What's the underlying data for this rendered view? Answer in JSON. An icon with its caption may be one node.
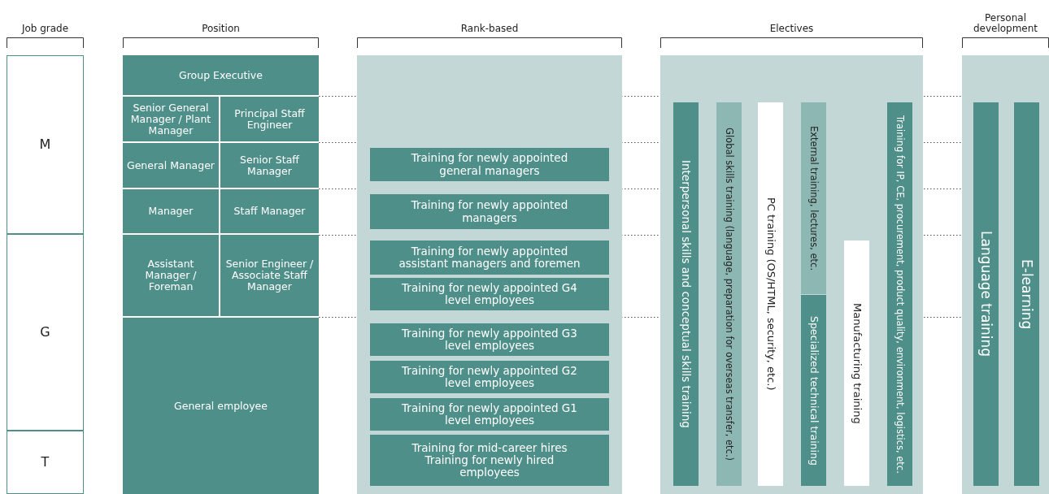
{
  "diagram": {
    "nodes": [
      {
        "text": [
          "M"
        ]
      },
      {
        "text": [
          "G"
        ]
      },
      {
        "text": [
          "T"
        ]
      },
      {
        "text": [
          "Group Executive"
        ]
      },
      {
        "text": [
          "Senior General Manager / Plant Manager"
        ]
      },
      {
        "text": [
          "Principal Staff Engineer"
        ]
      },
      {
        "text": [
          "General Manager"
        ]
      },
      {
        "text": [
          "Senior Staff Manager"
        ]
      },
      {
        "text": [
          "Manager"
        ]
      },
      {
        "text": [
          "Staff Manager"
        ]
      },
      {
        "text": [
          "Assistant Manager / Foreman"
        ]
      },
      {
        "text": [
          "Senior Engineer / Associate Staff Manager"
        ]
      },
      {
        "text": [
          "General employee"
        ]
      },
      {
        "text": [
          "Rank-based"
        ]
      },
      {
        "text": [
          "Training for newly appointed general managers"
        ],
        "in": 13
      },
      {
        "text": [
          "Training for newly appointed managers"
        ],
        "in": 13
      },
      {
        "text": [
          "Training for newly appointed assistant managers and foremen"
        ],
        "in": 13
      },
      {
        "text": [
          "Training for newly appointed G4 level employees"
        ],
        "in": 13
      },
      {
        "text": [
          "Training for newly appointed G3 level employees"
        ],
        "in": 13
      },
      {
        "text": [
          "Training for newly appointed G2 level employees"
        ],
        "in": 13
      },
      {
        "text": [
          "Training for newly appointed G1 level employees"
        ],
        "in": 13
      },
      {
        "text": [
          "Training for mid-career hires Training for newly hired employees"
        ],
        "in": 13
      },
      {
        "text": [
          "Electives"
        ]
      },
      {
        "text": [
          "Interpersonal skills and conceptual skills training"
        ],
        "in": 22
      },
      {
        "text": [
          "Global skills training (language, preparation for overseas transfer, etc.)"
        ],
        "in": 22
      },
      {
        "text": [
          "PC training (OS/HTML, security, etc.)"
        ],
        "in": 22
      },
      {
        "text": [
          "External training, lectures, etc."
        ],
        "in": 22
      },
      {
        "text": [
          "Specialized technical training"
        ],
        "in": 22
      },
      {
        "text": [
          "Manufacturing training"
        ],
        "in": 22
      },
      {
        "text": [
          "Training for IP, CE, procurement, product quality, environment, logistics, etc."
        ],
        "in": 22
      },
      {
        "text": [
          "Personal development"
        ]
      },
      {
        "text": [
          "Language training"
        ],
        "in": 30
      },
      {
        "text": [
          "E-learning"
        ],
        "in": 30
      }
    ],
    "labels": [
      "Job grade",
      "Position"
    ]
  }
}
